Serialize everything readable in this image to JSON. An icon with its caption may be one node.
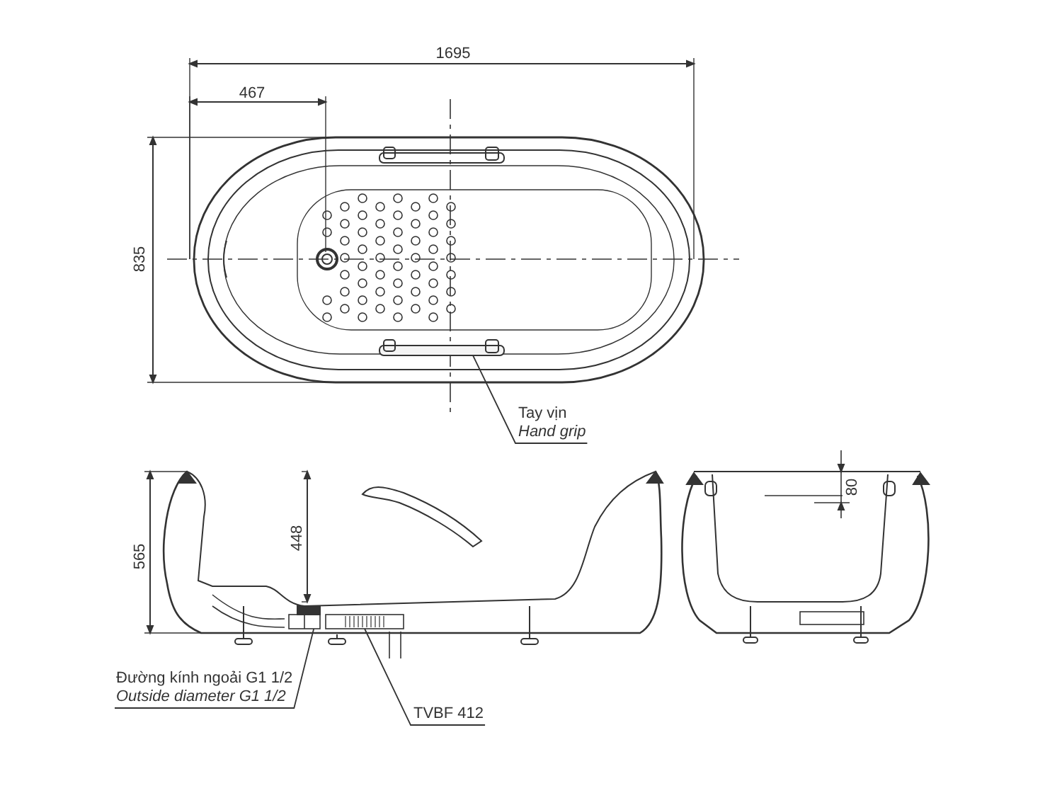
{
  "diagram": {
    "nodes": [
      {
        "text": [
          "Tay vịn",
          "Hand grip"
        ]
      },
      {
        "text": [
          "Đường kính ngoải G1 1/2",
          "Outside diameter G1 1/2"
        ]
      },
      {
        "text": [
          "TVBF 412"
        ]
      },
      {
        "text": [],
        "shape": "bar"
      },
      {
        "text": [],
        "shape": "picture"
      },
      {
        "text": [],
        "shape": "picture"
      }
    ],
    "edges": [
      {
        "from": 0,
        "to": 3,
        "arrow": "none"
      },
      {
        "from": 1,
        "to": 4,
        "arrow": "none"
      },
      {
        "from": 2,
        "to": 5,
        "arrow": "none"
      }
    ],
    "labels": [
      "1695",
      "467",
      "835",
      "565",
      "448",
      "80"
    ]
  }
}
